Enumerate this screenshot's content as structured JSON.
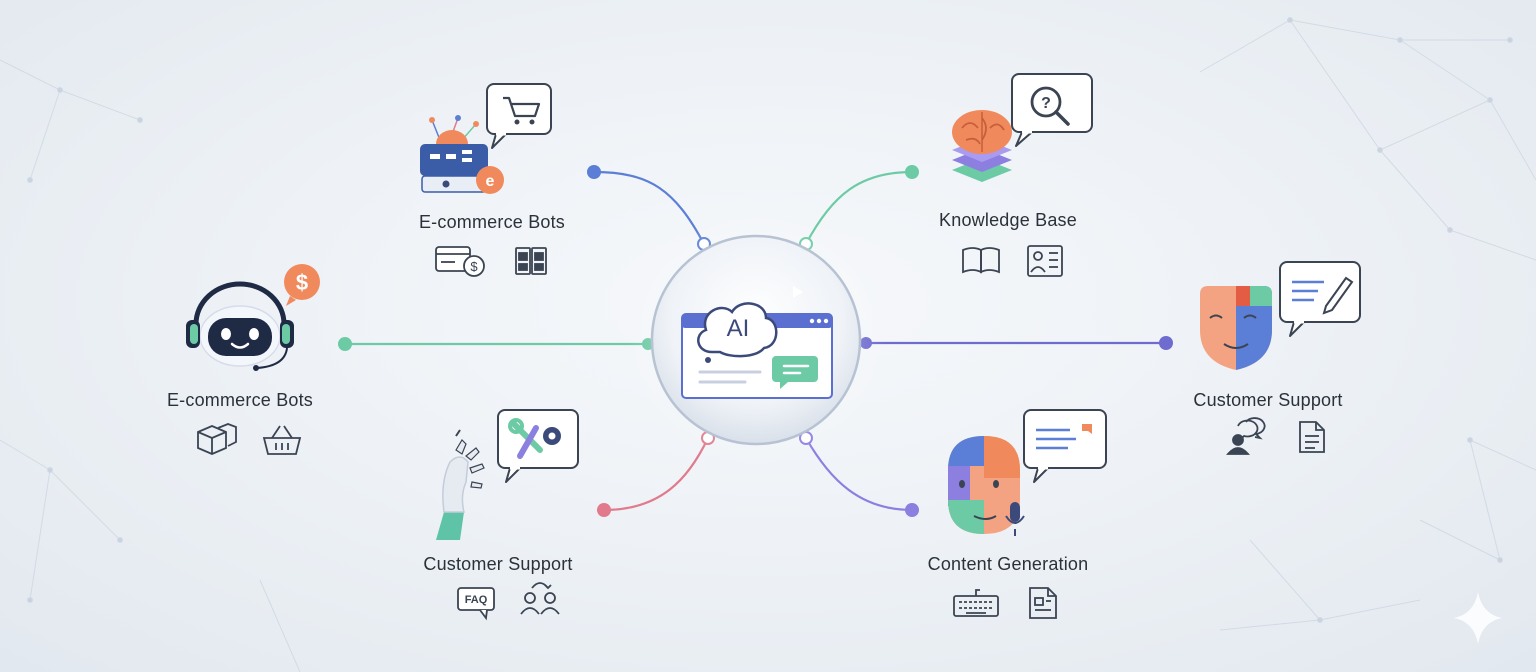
{
  "hub": {
    "badge_text": "AI"
  },
  "nodes": [
    {
      "label": "E-commerce Bots",
      "icons": [
        "bot-cart-icon",
        "credit-card-dollar-icon",
        "product-shelves-icon"
      ]
    },
    {
      "label": "Knowledge Base",
      "icons": [
        "brain-layers-search-icon",
        "open-book-icon",
        "id-card-icon"
      ]
    },
    {
      "label": "E-commerce Bots",
      "icons": [
        "headset-robot-dollar-icon",
        "boxes-icon",
        "shopping-basket-icon"
      ]
    },
    {
      "label": "Customer Support",
      "icons": [
        "mask-note-icon",
        "chat-user-icon",
        "document-icon"
      ]
    },
    {
      "label": "Customer Support",
      "icons": [
        "robot-arm-tools-icon",
        "faq-bubble-icon",
        "team-sync-icon"
      ]
    },
    {
      "label": "Content Generation",
      "icons": [
        "face-microphone-icon",
        "keyboard-icon",
        "document-icon"
      ]
    }
  ],
  "faq_label": "FAQ",
  "colors": {
    "blue": "#5b7fd6",
    "teal": "#6ccaa4",
    "purple": "#6f6ccf",
    "pink": "#e07a8c",
    "violet": "#8b7fe0",
    "orange": "#f08a5d",
    "navy": "#3b4a7a"
  }
}
